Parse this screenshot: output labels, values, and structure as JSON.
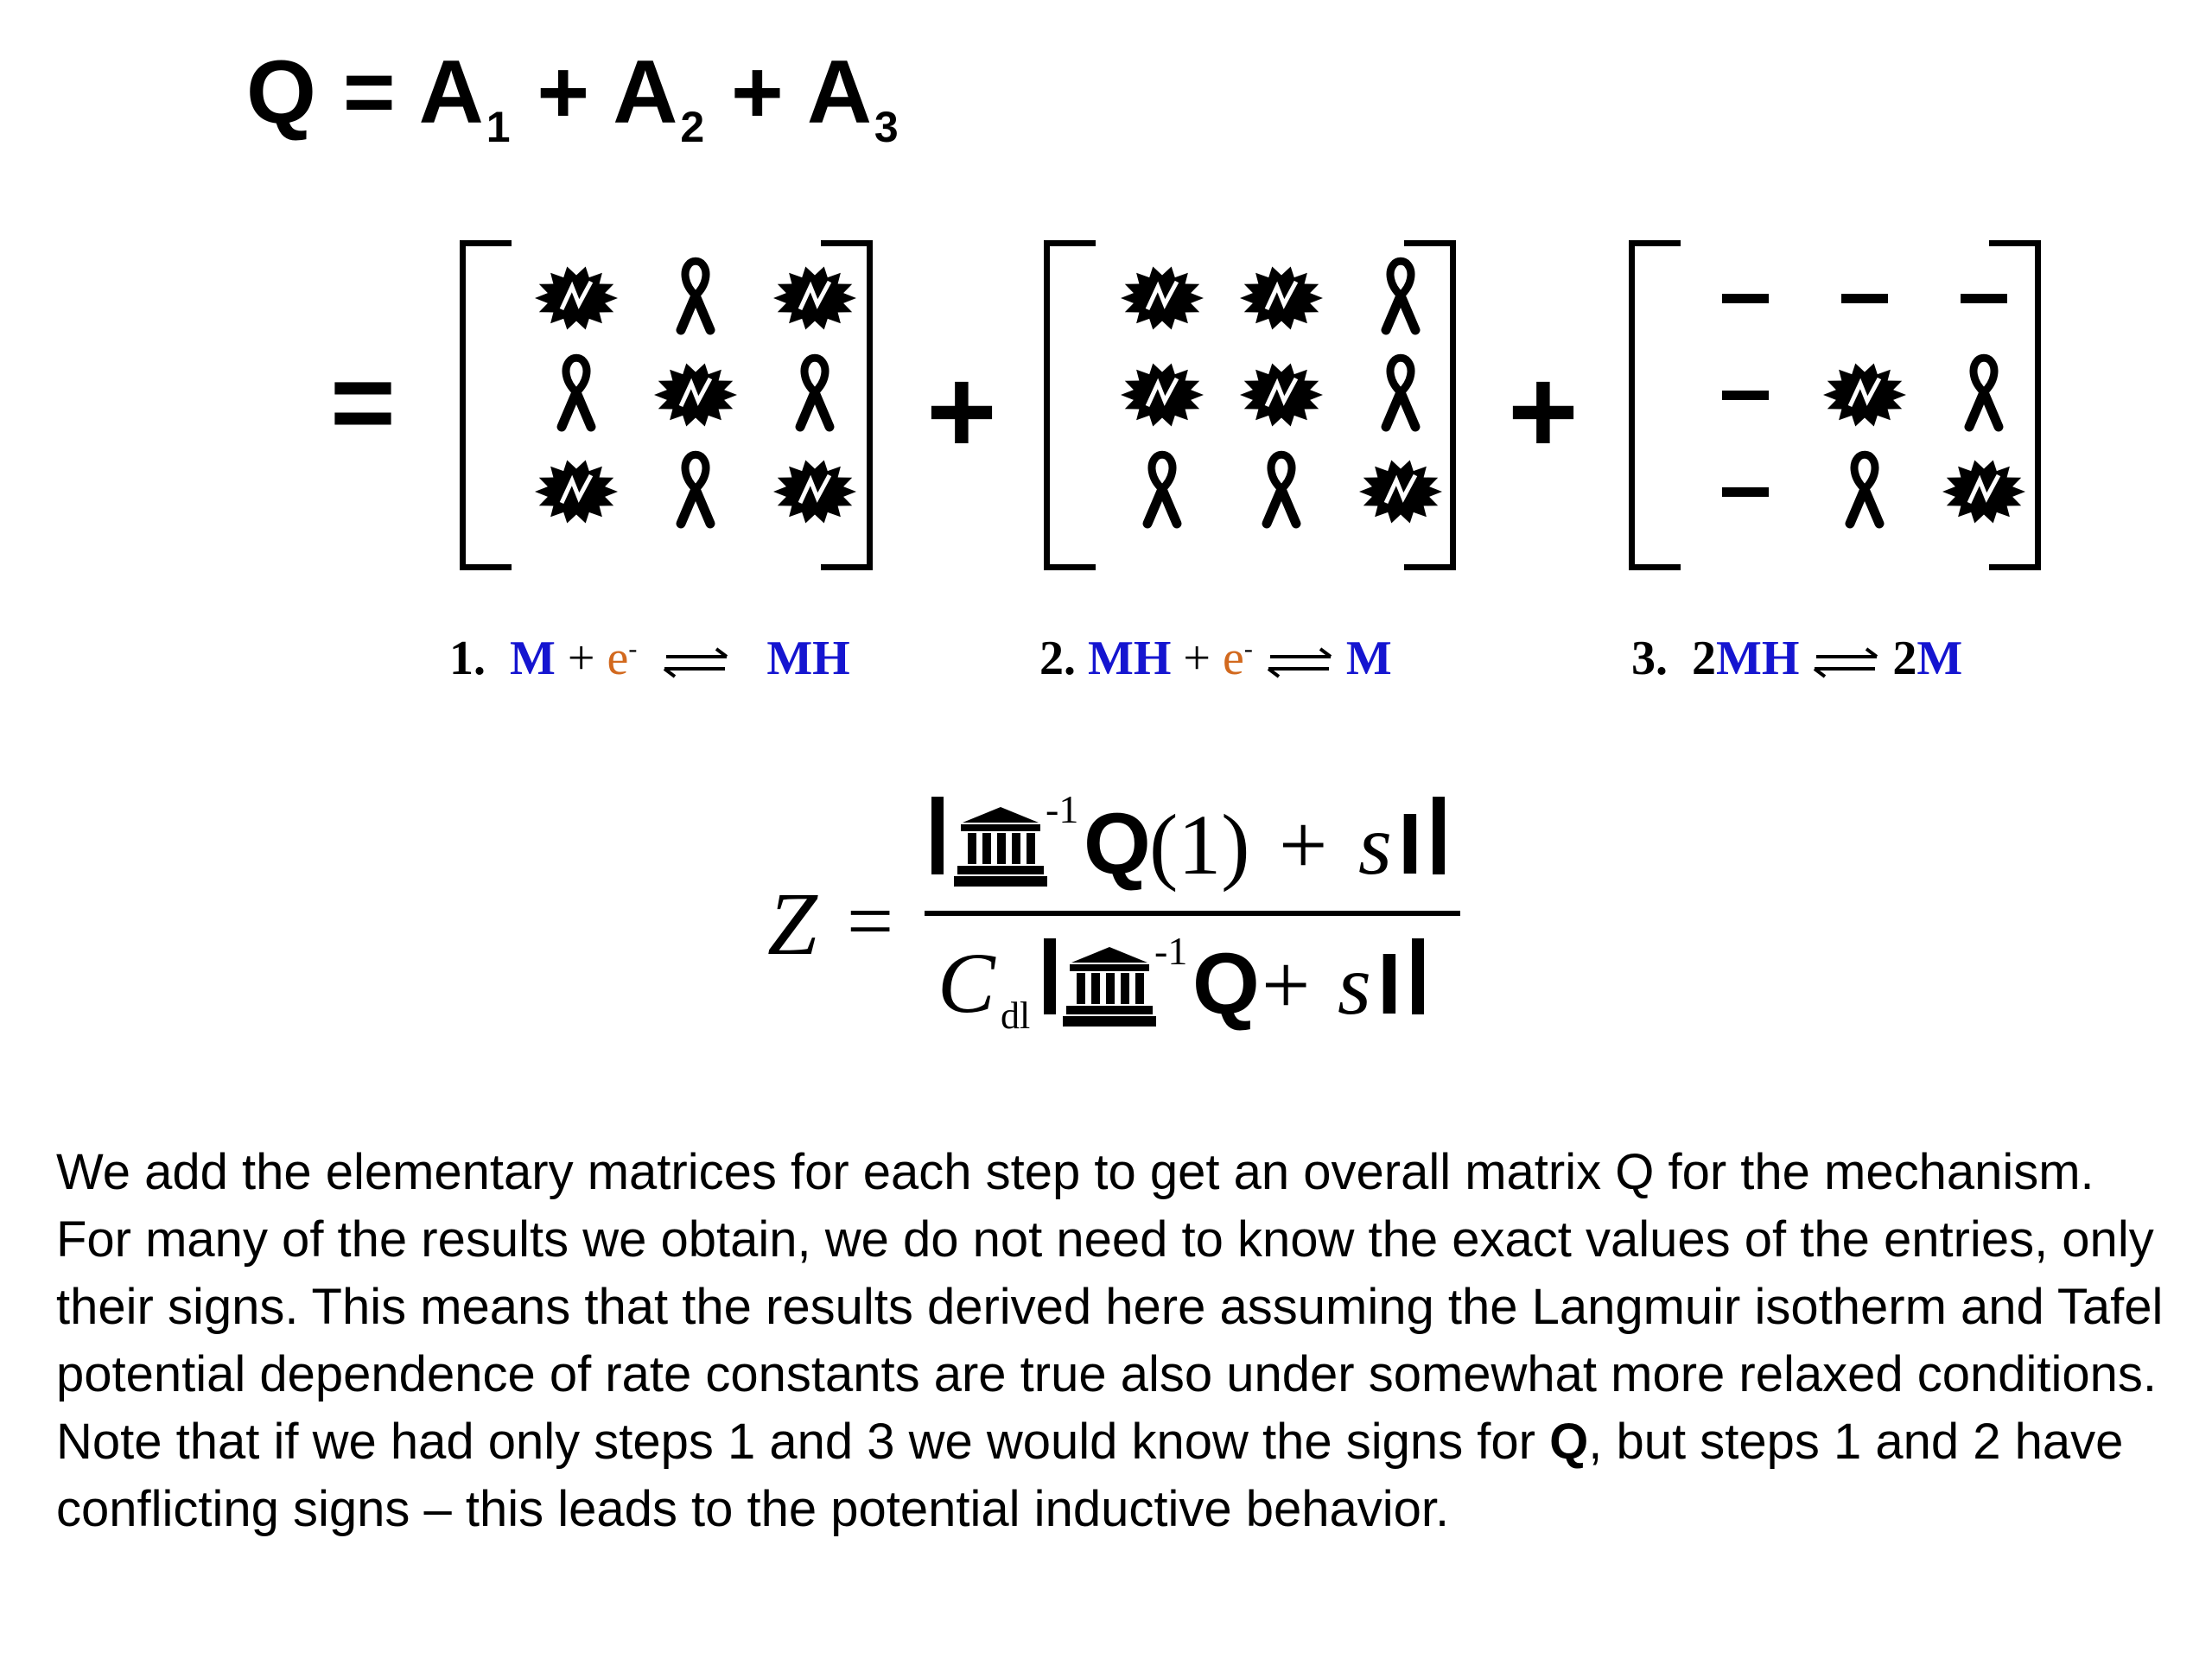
{
  "top_equation": {
    "q": "Q",
    "eq": "=",
    "a": "A",
    "plus": "+",
    "sub1": "1",
    "sub2": "2",
    "sub3": "3"
  },
  "matrix_equation": {
    "equals": "=",
    "plus": "+",
    "symbols": {
      "positive": "burst-icon",
      "negative": "ribbon-icon",
      "zero": "dash"
    },
    "matrices": [
      [
        [
          "burst",
          "ribbon",
          "burst"
        ],
        [
          "ribbon",
          "burst",
          "ribbon"
        ],
        [
          "burst",
          "ribbon",
          "burst"
        ]
      ],
      [
        [
          "burst",
          "burst",
          "ribbon"
        ],
        [
          "burst",
          "burst",
          "ribbon"
        ],
        [
          "ribbon",
          "ribbon",
          "burst"
        ]
      ],
      [
        [
          "dash",
          "dash",
          "dash"
        ],
        [
          "dash",
          "burst",
          "ribbon"
        ],
        [
          "dash",
          "ribbon",
          "burst"
        ]
      ]
    ]
  },
  "reactions": [
    {
      "num": "1.",
      "left": "M",
      "plus": "+",
      "electron": "e",
      "charge": "-",
      "right": "MH"
    },
    {
      "num": "2.",
      "left": "MH",
      "plus": "+",
      "electron": "e",
      "charge": "-",
      "right": "M"
    },
    {
      "num": "3.",
      "coef_left": "2",
      "left": "MH",
      "coef_right": "2",
      "right": "M"
    }
  ],
  "z_equation": {
    "z": "Z",
    "eq": "=",
    "inv": "-1",
    "Q": "Q",
    "one": "(1)",
    "plus": "+",
    "s": "s",
    "I": "I",
    "C": "C",
    "dl": "dl"
  },
  "paragraph": {
    "part1": "We add the elementary matrices for each step to get an overall matrix Q for the mechanism. For many of the results we obtain, we do not need to know the exact values of the entries, only their signs. This means that the results derived here assuming the Langmuir isotherm and Tafel potential dependence of rate constants are true also under somewhat more relaxed conditions. Note that if we had only steps 1 and 3 we would know the signs for ",
    "bold": "Q",
    "part2": ", but steps 1 and 2 have conflicting signs – this leads to the potential inductive behavior."
  }
}
